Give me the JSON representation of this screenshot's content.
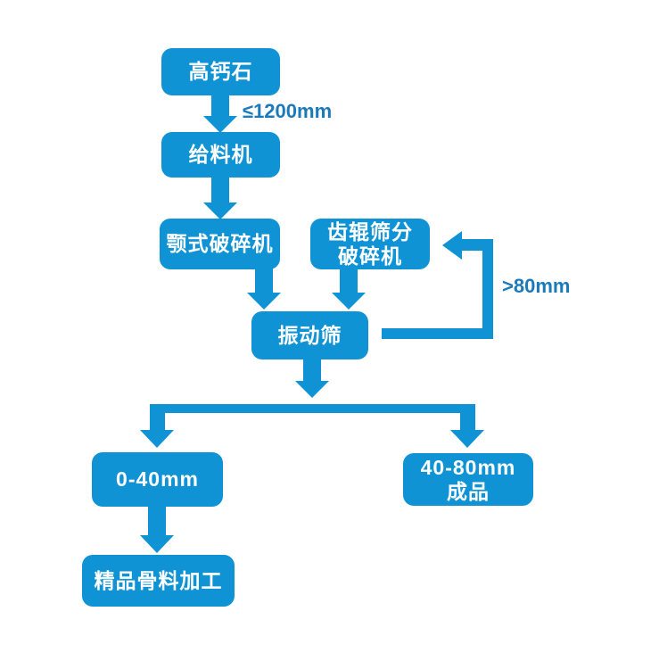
{
  "diagram": {
    "type": "flowchart",
    "colors": {
      "node_fill": "#1093d5",
      "node_text": "#ffffff",
      "edge_label": "#1b7ab9",
      "background": "#ffffff"
    },
    "nodes": [
      {
        "id": "raw-material",
        "lines": [
          "高钙石"
        ]
      },
      {
        "id": "feeder",
        "lines": [
          "给料机"
        ]
      },
      {
        "id": "jaw-crusher",
        "lines": [
          "颚式破碎机"
        ]
      },
      {
        "id": "roller-crusher",
        "lines": [
          "齿辊筛分",
          "破碎机"
        ]
      },
      {
        "id": "vibrating-screen",
        "lines": [
          "振动筛"
        ]
      },
      {
        "id": "size-0-40",
        "lines": [
          "0-40mm"
        ]
      },
      {
        "id": "size-40-80",
        "lines": [
          "40-80mm",
          "成品"
        ]
      },
      {
        "id": "fine-aggregate",
        "lines": [
          "精品骨料加工"
        ]
      }
    ],
    "edges": [
      {
        "from": "高钙石",
        "to": "给料机",
        "label": "≤1200mm"
      },
      {
        "from": "给料机",
        "to": "颚式破碎机",
        "label": ""
      },
      {
        "from": "颚式破碎机",
        "to": "振动筛",
        "label": ""
      },
      {
        "from": "齿辊筛分破碎机",
        "to": "振动筛",
        "label": ""
      },
      {
        "from": "振动筛",
        "to": "齿辊筛分破碎机",
        "label": ">80mm"
      },
      {
        "from": "振动筛",
        "to": "0-40mm",
        "label": ""
      },
      {
        "from": "振动筛",
        "to": "40-80mm 成品",
        "label": ""
      },
      {
        "from": "0-40mm",
        "to": "精品骨料加工",
        "label": ""
      }
    ]
  }
}
